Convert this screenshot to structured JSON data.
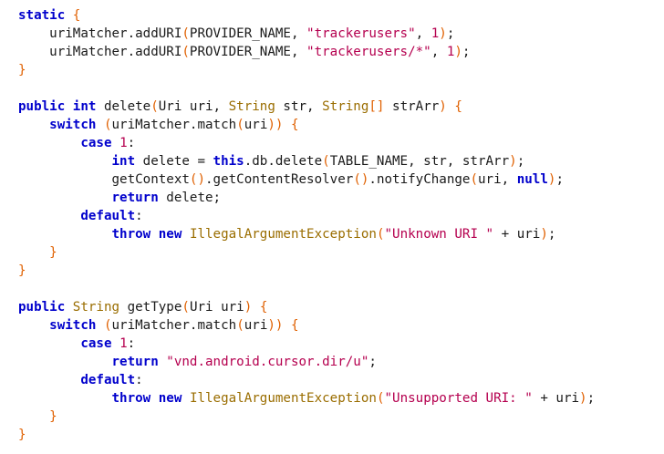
{
  "colors": {
    "keyword": "#0000cc",
    "type": "#2b2bc0",
    "string": "#b5004f",
    "number": "#b5004f",
    "class": "#9a6d00",
    "bracket": "#e06000",
    "plain": "#1a1a1a"
  },
  "code": {
    "lines": [
      [
        {
          "t": "kw",
          "v": "static"
        },
        {
          "t": "pl",
          "v": " "
        },
        {
          "t": "br",
          "v": "{"
        }
      ],
      [
        {
          "t": "pl",
          "v": "    uriMatcher.addURI"
        },
        {
          "t": "br",
          "v": "("
        },
        {
          "t": "pl",
          "v": "PROVIDER_NAME, "
        },
        {
          "t": "str",
          "v": "\"trackerusers\""
        },
        {
          "t": "pl",
          "v": ", "
        },
        {
          "t": "num",
          "v": "1"
        },
        {
          "t": "br",
          "v": ")"
        },
        {
          "t": "pl",
          "v": ";"
        }
      ],
      [
        {
          "t": "pl",
          "v": "    uriMatcher.addURI"
        },
        {
          "t": "br",
          "v": "("
        },
        {
          "t": "pl",
          "v": "PROVIDER_NAME, "
        },
        {
          "t": "str",
          "v": "\"trackerusers/*\""
        },
        {
          "t": "pl",
          "v": ", "
        },
        {
          "t": "num",
          "v": "1"
        },
        {
          "t": "br",
          "v": ")"
        },
        {
          "t": "pl",
          "v": ";"
        }
      ],
      [
        {
          "t": "br",
          "v": "}"
        }
      ],
      [],
      [
        {
          "t": "kw",
          "v": "public"
        },
        {
          "t": "pl",
          "v": " "
        },
        {
          "t": "kw",
          "v": "int"
        },
        {
          "t": "pl",
          "v": " delete"
        },
        {
          "t": "br",
          "v": "("
        },
        {
          "t": "pl",
          "v": "Uri uri, "
        },
        {
          "t": "cls",
          "v": "String"
        },
        {
          "t": "pl",
          "v": " str, "
        },
        {
          "t": "cls",
          "v": "String"
        },
        {
          "t": "br",
          "v": "[]"
        },
        {
          "t": "pl",
          "v": " strArr"
        },
        {
          "t": "br",
          "v": ")"
        },
        {
          "t": "pl",
          "v": " "
        },
        {
          "t": "br",
          "v": "{"
        }
      ],
      [
        {
          "t": "pl",
          "v": "    "
        },
        {
          "t": "kw",
          "v": "switch"
        },
        {
          "t": "pl",
          "v": " "
        },
        {
          "t": "br",
          "v": "("
        },
        {
          "t": "pl",
          "v": "uriMatcher.match"
        },
        {
          "t": "br",
          "v": "("
        },
        {
          "t": "pl",
          "v": "uri"
        },
        {
          "t": "br",
          "v": "))"
        },
        {
          "t": "pl",
          "v": " "
        },
        {
          "t": "br",
          "v": "{"
        }
      ],
      [
        {
          "t": "pl",
          "v": "        "
        },
        {
          "t": "kw",
          "v": "case"
        },
        {
          "t": "pl",
          "v": " "
        },
        {
          "t": "num",
          "v": "1"
        },
        {
          "t": "pl",
          "v": ":"
        }
      ],
      [
        {
          "t": "pl",
          "v": "            "
        },
        {
          "t": "kw",
          "v": "int"
        },
        {
          "t": "pl",
          "v": " delete = "
        },
        {
          "t": "kw",
          "v": "this"
        },
        {
          "t": "pl",
          "v": ".db.delete"
        },
        {
          "t": "br",
          "v": "("
        },
        {
          "t": "pl",
          "v": "TABLE_NAME, str, strArr"
        },
        {
          "t": "br",
          "v": ")"
        },
        {
          "t": "pl",
          "v": ";"
        }
      ],
      [
        {
          "t": "pl",
          "v": "            getContext"
        },
        {
          "t": "br",
          "v": "()"
        },
        {
          "t": "pl",
          "v": ".getContentResolver"
        },
        {
          "t": "br",
          "v": "()"
        },
        {
          "t": "pl",
          "v": ".notifyChange"
        },
        {
          "t": "br",
          "v": "("
        },
        {
          "t": "pl",
          "v": "uri, "
        },
        {
          "t": "kw",
          "v": "null"
        },
        {
          "t": "br",
          "v": ")"
        },
        {
          "t": "pl",
          "v": ";"
        }
      ],
      [
        {
          "t": "pl",
          "v": "            "
        },
        {
          "t": "kw",
          "v": "return"
        },
        {
          "t": "pl",
          "v": " delete;"
        }
      ],
      [
        {
          "t": "pl",
          "v": "        "
        },
        {
          "t": "kw",
          "v": "default"
        },
        {
          "t": "pl",
          "v": ":"
        }
      ],
      [
        {
          "t": "pl",
          "v": "            "
        },
        {
          "t": "kw",
          "v": "throw"
        },
        {
          "t": "pl",
          "v": " "
        },
        {
          "t": "kw",
          "v": "new"
        },
        {
          "t": "pl",
          "v": " "
        },
        {
          "t": "cls",
          "v": "IllegalArgumentException"
        },
        {
          "t": "br",
          "v": "("
        },
        {
          "t": "str",
          "v": "\"Unknown URI \""
        },
        {
          "t": "pl",
          "v": " + uri"
        },
        {
          "t": "br",
          "v": ")"
        },
        {
          "t": "pl",
          "v": ";"
        }
      ],
      [
        {
          "t": "pl",
          "v": "    "
        },
        {
          "t": "br",
          "v": "}"
        }
      ],
      [
        {
          "t": "br",
          "v": "}"
        }
      ],
      [],
      [
        {
          "t": "kw",
          "v": "public"
        },
        {
          "t": "pl",
          "v": " "
        },
        {
          "t": "cls",
          "v": "String"
        },
        {
          "t": "pl",
          "v": " getType"
        },
        {
          "t": "br",
          "v": "("
        },
        {
          "t": "pl",
          "v": "Uri uri"
        },
        {
          "t": "br",
          "v": ")"
        },
        {
          "t": "pl",
          "v": " "
        },
        {
          "t": "br",
          "v": "{"
        }
      ],
      [
        {
          "t": "pl",
          "v": "    "
        },
        {
          "t": "kw",
          "v": "switch"
        },
        {
          "t": "pl",
          "v": " "
        },
        {
          "t": "br",
          "v": "("
        },
        {
          "t": "pl",
          "v": "uriMatcher.match"
        },
        {
          "t": "br",
          "v": "("
        },
        {
          "t": "pl",
          "v": "uri"
        },
        {
          "t": "br",
          "v": "))"
        },
        {
          "t": "pl",
          "v": " "
        },
        {
          "t": "br",
          "v": "{"
        }
      ],
      [
        {
          "t": "pl",
          "v": "        "
        },
        {
          "t": "kw",
          "v": "case"
        },
        {
          "t": "pl",
          "v": " "
        },
        {
          "t": "num",
          "v": "1"
        },
        {
          "t": "pl",
          "v": ":"
        }
      ],
      [
        {
          "t": "pl",
          "v": "            "
        },
        {
          "t": "kw",
          "v": "return"
        },
        {
          "t": "pl",
          "v": " "
        },
        {
          "t": "str",
          "v": "\"vnd.android.cursor.dir/u\""
        },
        {
          "t": "pl",
          "v": ";"
        }
      ],
      [
        {
          "t": "pl",
          "v": "        "
        },
        {
          "t": "kw",
          "v": "default"
        },
        {
          "t": "pl",
          "v": ":"
        }
      ],
      [
        {
          "t": "pl",
          "v": "            "
        },
        {
          "t": "kw",
          "v": "throw"
        },
        {
          "t": "pl",
          "v": " "
        },
        {
          "t": "kw",
          "v": "new"
        },
        {
          "t": "pl",
          "v": " "
        },
        {
          "t": "cls",
          "v": "IllegalArgumentException"
        },
        {
          "t": "br",
          "v": "("
        },
        {
          "t": "str",
          "v": "\"Unsupported URI: \""
        },
        {
          "t": "pl",
          "v": " + uri"
        },
        {
          "t": "br",
          "v": ")"
        },
        {
          "t": "pl",
          "v": ";"
        }
      ],
      [
        {
          "t": "pl",
          "v": "    "
        },
        {
          "t": "br",
          "v": "}"
        }
      ],
      [
        {
          "t": "br",
          "v": "}"
        }
      ]
    ]
  }
}
